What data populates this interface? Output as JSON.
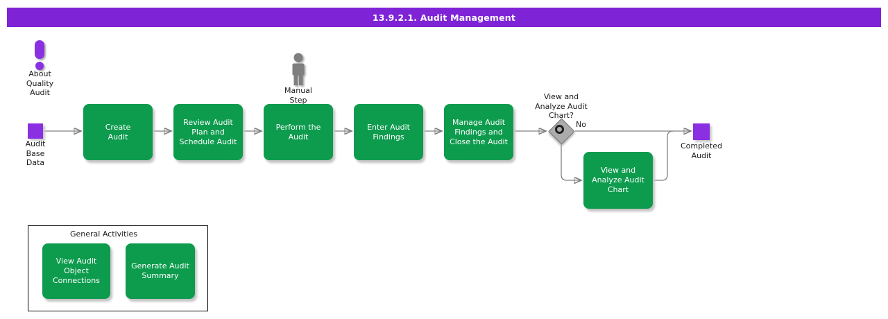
{
  "banner": {
    "title": "13.9.2.1. Audit Management"
  },
  "colors": {
    "banner_purple": "#7e23d6",
    "event_purple": "#8a2fe2",
    "task_green": "#0d9b4d",
    "line_grey": "#808080",
    "diamond_grey": "#ababab",
    "icon_grey": "#7f7f7f"
  },
  "about": {
    "label": "About\nQuality\nAudit"
  },
  "start_event": {
    "label": "Audit\nBase\nData"
  },
  "manual_step": {
    "label": "Manual\nStep"
  },
  "flow": {
    "steps": [
      {
        "label": "Create\nAudit"
      },
      {
        "label": "Review Audit\nPlan and\nSchedule Audit"
      },
      {
        "label": "Perform the\nAudit"
      },
      {
        "label": "Enter Audit\nFindings"
      },
      {
        "label": "Manage Audit\nFindings and\nClose the Audit"
      }
    ],
    "decision": {
      "label": "View and\nAnalyze Audit\nChart?",
      "no_label": "No"
    },
    "branch_task": {
      "label": "View and\nAnalyze Audit\nChart"
    },
    "end_event": {
      "label": "Completed\nAudit"
    }
  },
  "general_activities": {
    "title": "General Activities",
    "items": [
      {
        "label": "View Audit\nObject\nConnections"
      },
      {
        "label": "Generate Audit\nSummary"
      }
    ]
  }
}
